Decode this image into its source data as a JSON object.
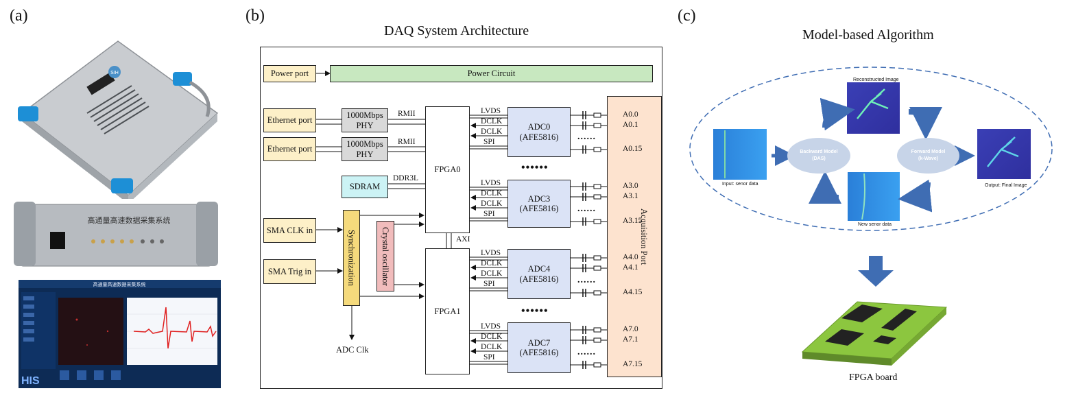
{
  "panels": {
    "a": "(a)",
    "b": "(b)",
    "c": "(c)"
  },
  "daq": {
    "title": "DAQ System Architecture",
    "power_port": "Power port",
    "power_circuit": "Power Circuit",
    "ethernet_port_1": "Ethernet port",
    "ethernet_port_2": "Ethernet port",
    "phy_1": "1000Mbps PHY",
    "phy_2": "1000Mbps PHY",
    "rmii_1": "RMII",
    "rmii_2": "RMII",
    "sdram": "SDRAM",
    "ddr": "DDR3L",
    "fpga0": "FPGA0",
    "fpga1": "FPGA1",
    "axi": "AXI",
    "sma_clk": "SMA CLK in",
    "sma_trig": "SMA Trig in",
    "sync": "Synchronization",
    "xtal": "Crystal oscillator",
    "adc_clk": "ADC Clk",
    "acq_port": "Acquisition Port",
    "signals": {
      "lvds": "LVDS",
      "dclk": "DCLK",
      "spi": "SPI"
    },
    "adcs": [
      {
        "name": "ADC0",
        "part": "(AFE5816)",
        "ch_first": "A0.0",
        "ch_second": "A0.1",
        "ch_last": "A0.15"
      },
      {
        "name": "ADC3",
        "part": "(AFE5816)",
        "ch_first": "A3.0",
        "ch_second": "A3.1",
        "ch_last": "A3.15"
      },
      {
        "name": "ADC4",
        "part": "(AFE5816)",
        "ch_first": "A4.0",
        "ch_second": "A4.1",
        "ch_last": "A4.15"
      },
      {
        "name": "ADC7",
        "part": "(AFE5816)",
        "ch_first": "A7.0",
        "ch_second": "A7.1",
        "ch_last": "A7.15"
      }
    ],
    "dots_small": "......",
    "dots_big": "••••••"
  },
  "model": {
    "title": "Model-based Algorithm",
    "backward": {
      "line1": "Backward Model",
      "line2": "(DAS)"
    },
    "forward": {
      "line1": "Forward Model",
      "line2": "(k-Wave)"
    },
    "reconstructed": "Reconstructed Image",
    "input": "Input: senor data",
    "new_data": "New senor data",
    "output": "Output: Final Image",
    "fpga_board": "FPGA board"
  },
  "photos": {
    "device_logo": "SIH",
    "front_label": "高通量高速数据采集系统",
    "software_title": "高通量高速数据采集系统",
    "software_logo": "HIS"
  },
  "colors": {
    "port": "#fdf0c8",
    "adc": "#dbe3f6",
    "power": "#c8e8c0",
    "sync": "#f5da7c",
    "xtal": "#f1bcbc",
    "acq": "#fde3cf",
    "arrow_blue": "#3f6db3",
    "board_green": "#8cc63f"
  }
}
